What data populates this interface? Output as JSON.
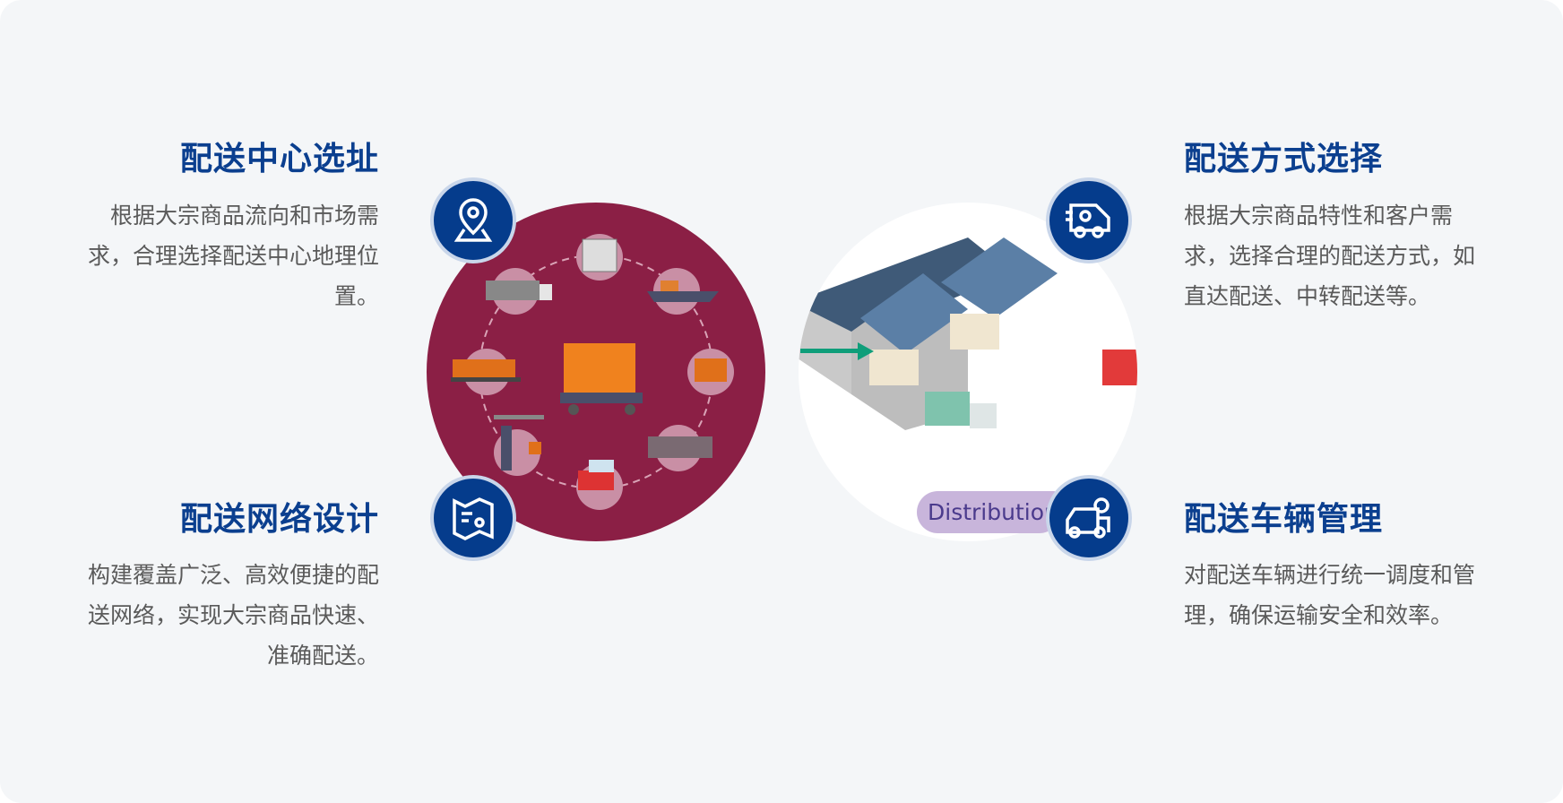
{
  "sections": [
    {
      "title": "配送中心选址",
      "body": "根据大宗商品流向和市场需求，合理选择配送中心地理位置。",
      "icon": "location-pin-icon"
    },
    {
      "title": "配送网络设计",
      "body": "构建覆盖广泛、高效便捷的配送网络，实现大宗商品快速、准确配送。",
      "icon": "map-route-icon"
    },
    {
      "title": "配送方式选择",
      "body": "根据大宗商品特性和客户需求，选择合理的配送方式，如直达配送、中转配送等。",
      "icon": "delivery-van-gear-icon"
    },
    {
      "title": "配送车辆管理",
      "body": "对配送车辆进行统一调度和管理，确保运输安全和效率。",
      "icon": "truck-gear-icon"
    }
  ],
  "illustration": {
    "label": "Distribution"
  },
  "colors": {
    "title": "#0b3f8f",
    "network_circle": "#8b1f45",
    "arrow": "#0f9e7a",
    "icon_bg": "#053c8c"
  }
}
